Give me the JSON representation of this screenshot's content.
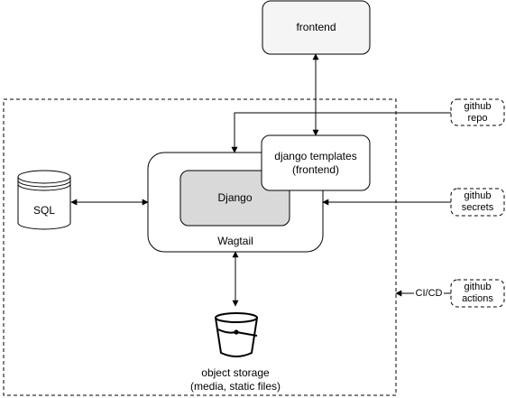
{
  "nodes": {
    "frontend": {
      "label": "frontend"
    },
    "django_templates": {
      "label": "django templates\n(frontend)"
    },
    "django": {
      "label": "Django"
    },
    "wagtail": {
      "label": "Wagtail"
    },
    "sql": {
      "label": "SQL"
    },
    "object_storage": {
      "label": "object storage\n(media, static files)"
    },
    "github_repo": {
      "label": "github\nrepo"
    },
    "github_secrets": {
      "label": "github\nsecrets"
    },
    "github_actions": {
      "label": "github\nactions"
    }
  },
  "edges": {
    "cicd": {
      "label": "CI/CD"
    }
  },
  "icons": {
    "database": "database-cylinder-icon",
    "bucket": "storage-bucket-icon"
  },
  "colors": {
    "stroke": "#000000",
    "django_fill": "#d9d9d9",
    "node_fill": "#ffffff",
    "frontend_fill": "#f5f5f5"
  }
}
